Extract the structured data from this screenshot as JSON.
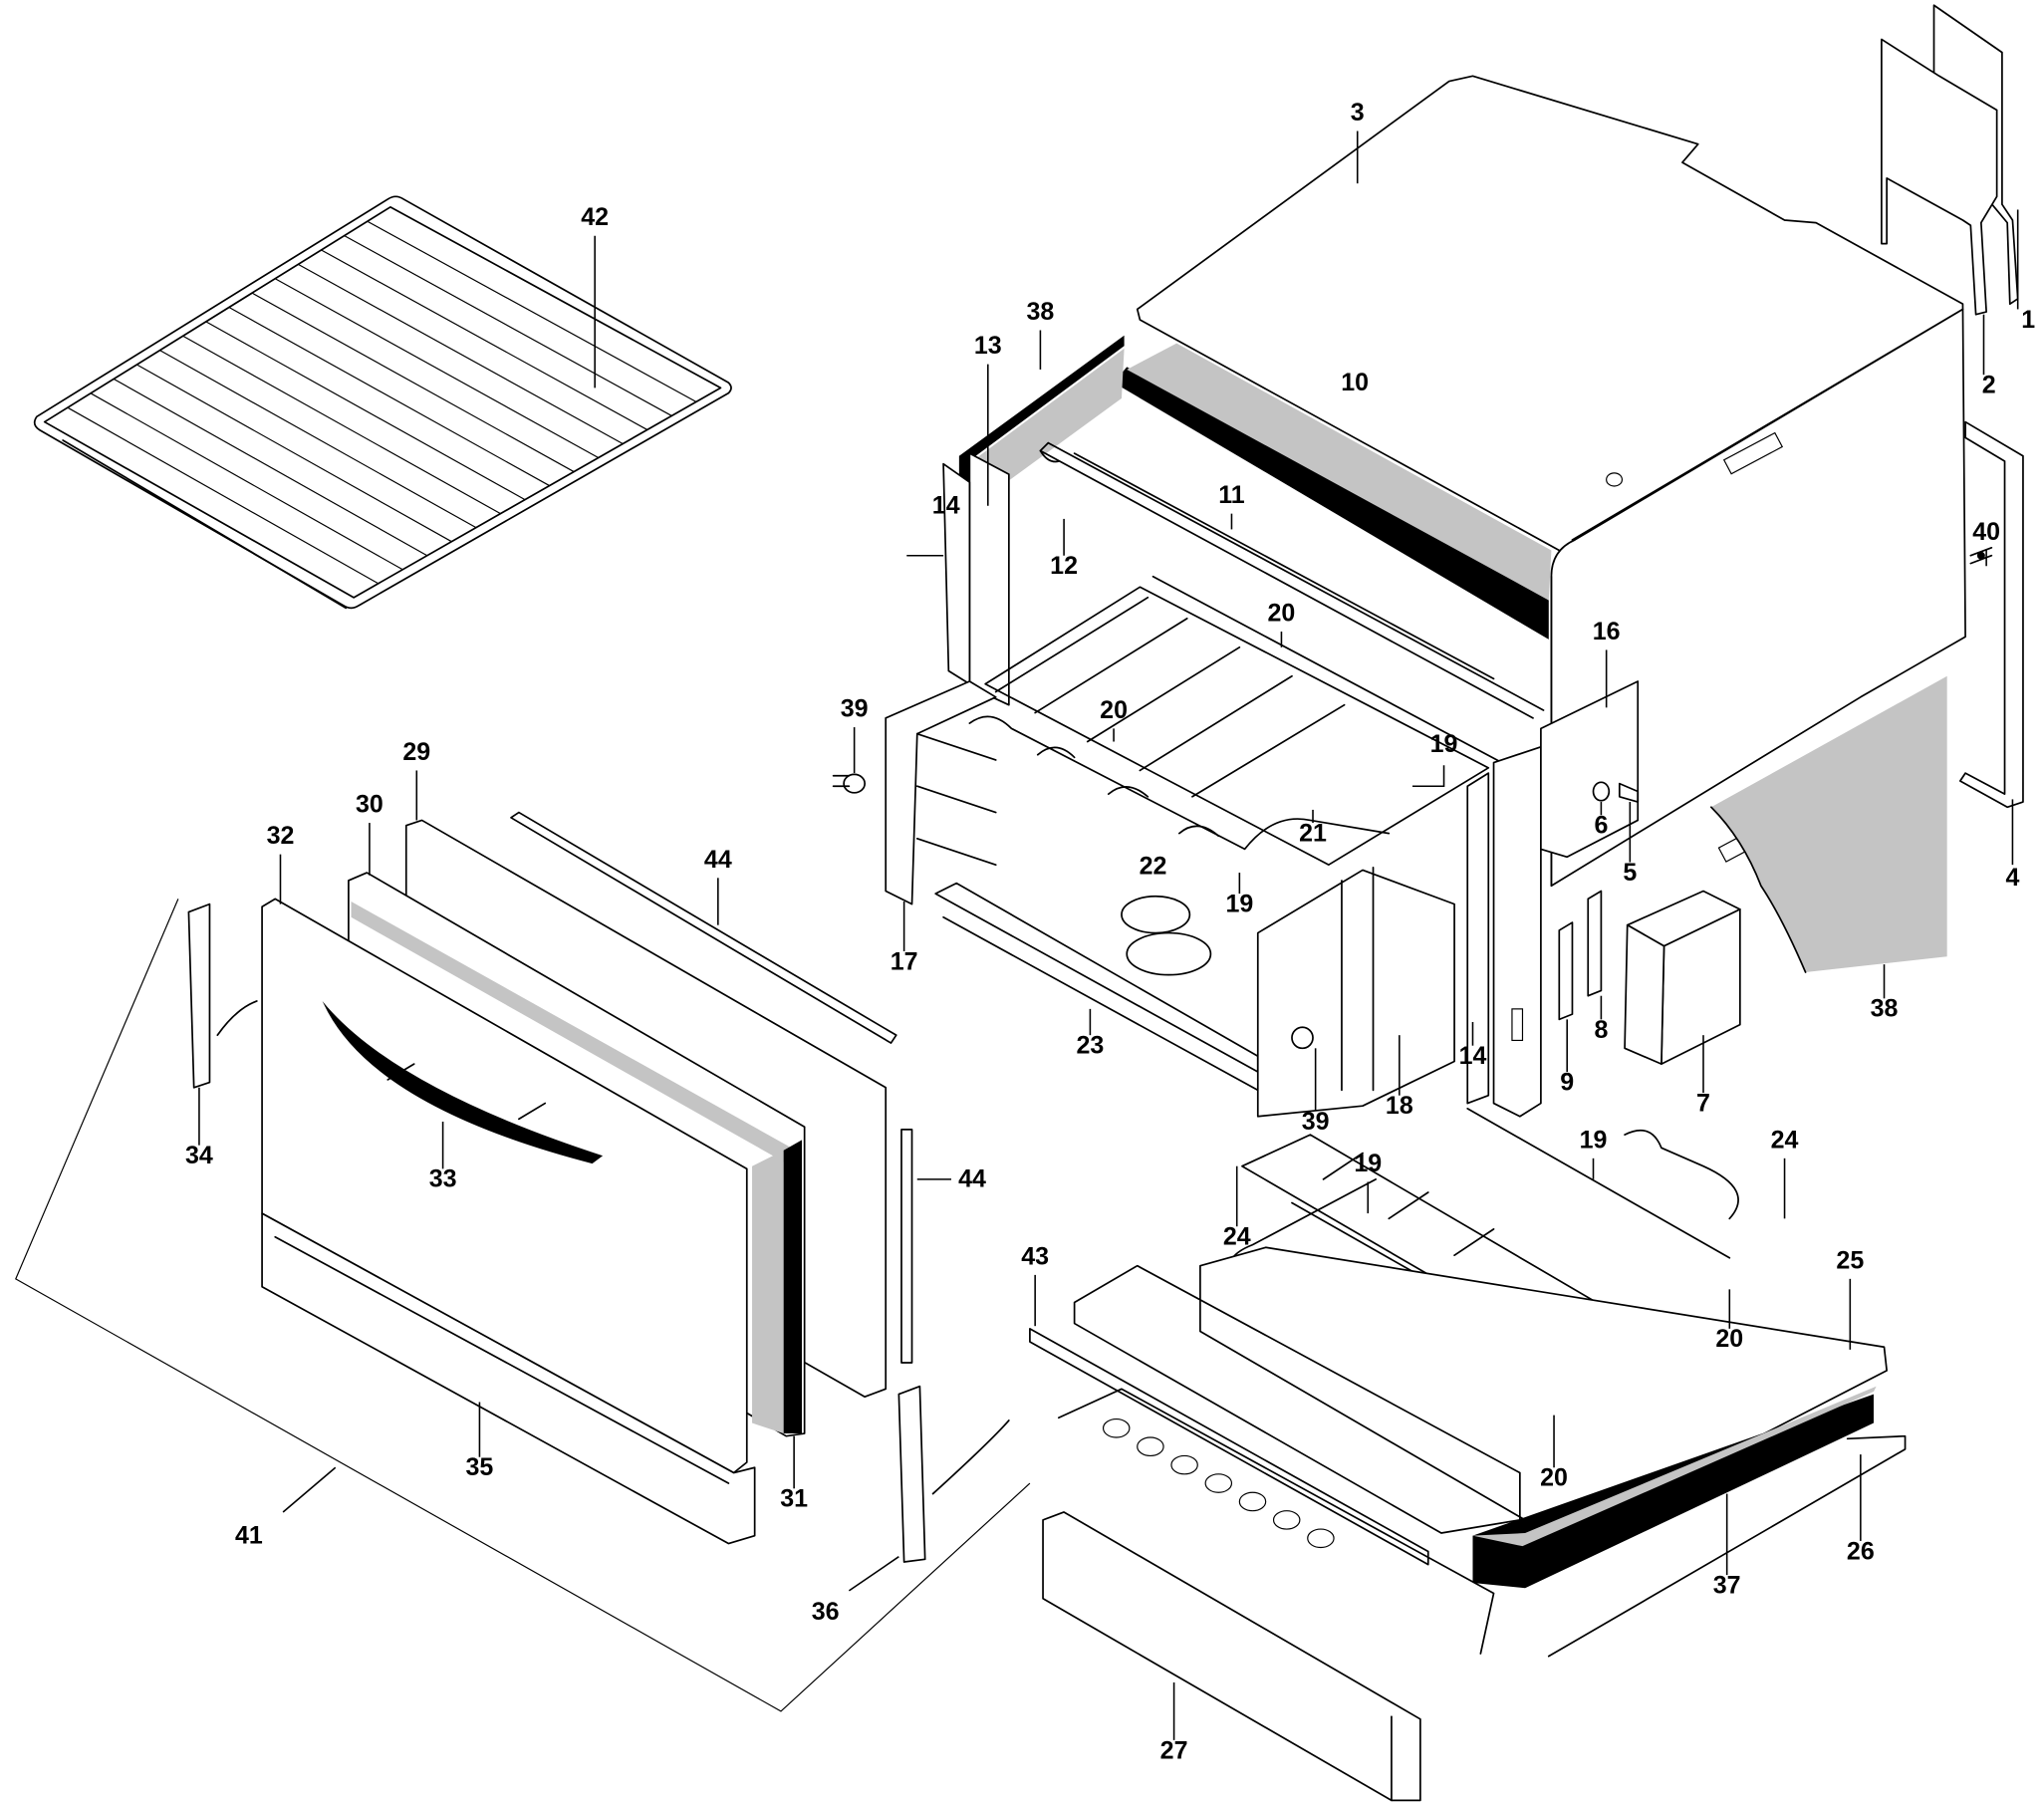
{
  "diagram": {
    "title": "Oven cabinet exploded parts view",
    "colors": {
      "line": "#000000",
      "insulation": "#c4c4c4",
      "seal": "#000000",
      "background": "#ffffff"
    },
    "callouts": [
      {
        "id": "1",
        "label": "1",
        "part": "rear-bracket-outer"
      },
      {
        "id": "2",
        "label": "2",
        "part": "rear-bracket-inner"
      },
      {
        "id": "3",
        "label": "3",
        "part": "outer-cabinet-top"
      },
      {
        "id": "4",
        "label": "4",
        "part": "rear-side-panel"
      },
      {
        "id": "5",
        "label": "5",
        "part": "terminal-connector"
      },
      {
        "id": "6",
        "label": "6",
        "part": "terminal-nut"
      },
      {
        "id": "7",
        "label": "7",
        "part": "junction-box"
      },
      {
        "id": "8",
        "label": "8",
        "part": "terminal-block"
      },
      {
        "id": "9",
        "label": "9",
        "part": "switch"
      },
      {
        "id": "10",
        "label": "10",
        "part": "top-insulation"
      },
      {
        "id": "11",
        "label": "11",
        "part": "top-heating-element"
      },
      {
        "id": "12",
        "label": "12",
        "part": "element-bracket"
      },
      {
        "id": "13",
        "label": "13",
        "part": "left-trim"
      },
      {
        "id": "14a",
        "label": "14",
        "part": "side-frame-left"
      },
      {
        "id": "14b",
        "label": "14",
        "part": "side-frame-right"
      },
      {
        "id": "16",
        "label": "16",
        "part": "right-side-panel"
      },
      {
        "id": "17",
        "label": "17",
        "part": "left-shelf-support"
      },
      {
        "id": "18",
        "label": "18",
        "part": "right-shelf-support"
      },
      {
        "id": "19a",
        "label": "19",
        "part": "element-clip-upper"
      },
      {
        "id": "19b",
        "label": "19",
        "part": "element-clip-lower"
      },
      {
        "id": "19c",
        "label": "19",
        "part": "bottom-element-clip-right"
      },
      {
        "id": "19d",
        "label": "19",
        "part": "bottom-element-clip-left"
      },
      {
        "id": "20a",
        "label": "20",
        "part": "element-support-top"
      },
      {
        "id": "20b",
        "label": "20",
        "part": "element-support-mid"
      },
      {
        "id": "20c",
        "label": "20",
        "part": "element-support-bottom-right"
      },
      {
        "id": "20d",
        "label": "20",
        "part": "element-support-bottom-front"
      },
      {
        "id": "21",
        "label": "21",
        "part": "grill-element"
      },
      {
        "id": "22",
        "label": "22",
        "part": "lamp-cover"
      },
      {
        "id": "23",
        "label": "23",
        "part": "oven-cavity-floor"
      },
      {
        "id": "24a",
        "label": "24",
        "part": "bottom-element-left"
      },
      {
        "id": "24b",
        "label": "24",
        "part": "bottom-element-right"
      },
      {
        "id": "25",
        "label": "25",
        "part": "base-plate"
      },
      {
        "id": "26",
        "label": "26",
        "part": "base-rail"
      },
      {
        "id": "27",
        "label": "27",
        "part": "kick-plate"
      },
      {
        "id": "29",
        "label": "29",
        "part": "inner-door-frame"
      },
      {
        "id": "30",
        "label": "30",
        "part": "door-glass-panel"
      },
      {
        "id": "31",
        "label": "31",
        "part": "door-seal"
      },
      {
        "id": "32",
        "label": "32",
        "part": "outer-door-glass"
      },
      {
        "id": "33",
        "label": "33",
        "part": "door-handle"
      },
      {
        "id": "34",
        "label": "34",
        "part": "hinge-left"
      },
      {
        "id": "35",
        "label": "35",
        "part": "door-bottom-trim"
      },
      {
        "id": "36",
        "label": "36",
        "part": "hinge-right"
      },
      {
        "id": "37",
        "label": "37",
        "part": "base-seal"
      },
      {
        "id": "38a",
        "label": "38",
        "part": "side-insulation-top"
      },
      {
        "id": "38b",
        "label": "38",
        "part": "side-insulation-right"
      },
      {
        "id": "39a",
        "label": "39",
        "part": "shelf-support-stud-left"
      },
      {
        "id": "39b",
        "label": "39",
        "part": "shelf-support-stud-right"
      },
      {
        "id": "40",
        "label": "40",
        "part": "stud"
      },
      {
        "id": "41",
        "label": "41",
        "part": "door-assembly"
      },
      {
        "id": "42",
        "label": "42",
        "part": "oven-rack"
      },
      {
        "id": "43",
        "label": "43",
        "part": "front-rail"
      },
      {
        "id": "44a",
        "label": "44",
        "part": "door-side-trim-top"
      },
      {
        "id": "44b",
        "label": "44",
        "part": "door-side-trim-vertical"
      }
    ]
  }
}
